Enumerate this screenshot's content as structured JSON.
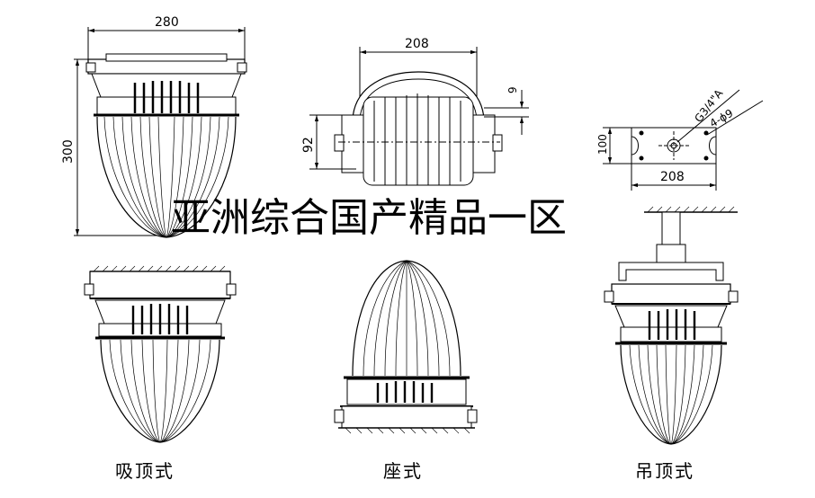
{
  "dimensions": {
    "width_280": "280",
    "height_300": "300",
    "width_208_top": "208",
    "offset_9": "9",
    "height_92": "92",
    "thread_label": "G3/4\"A",
    "holes_label": "4-ϕ9",
    "height_100": "100",
    "width_208_bracket": "208"
  },
  "overlay_text": "亚洲综合国产精品一区",
  "captions": {
    "ceiling": "吸顶式",
    "base": "座式",
    "pendant": "吊顶式"
  }
}
